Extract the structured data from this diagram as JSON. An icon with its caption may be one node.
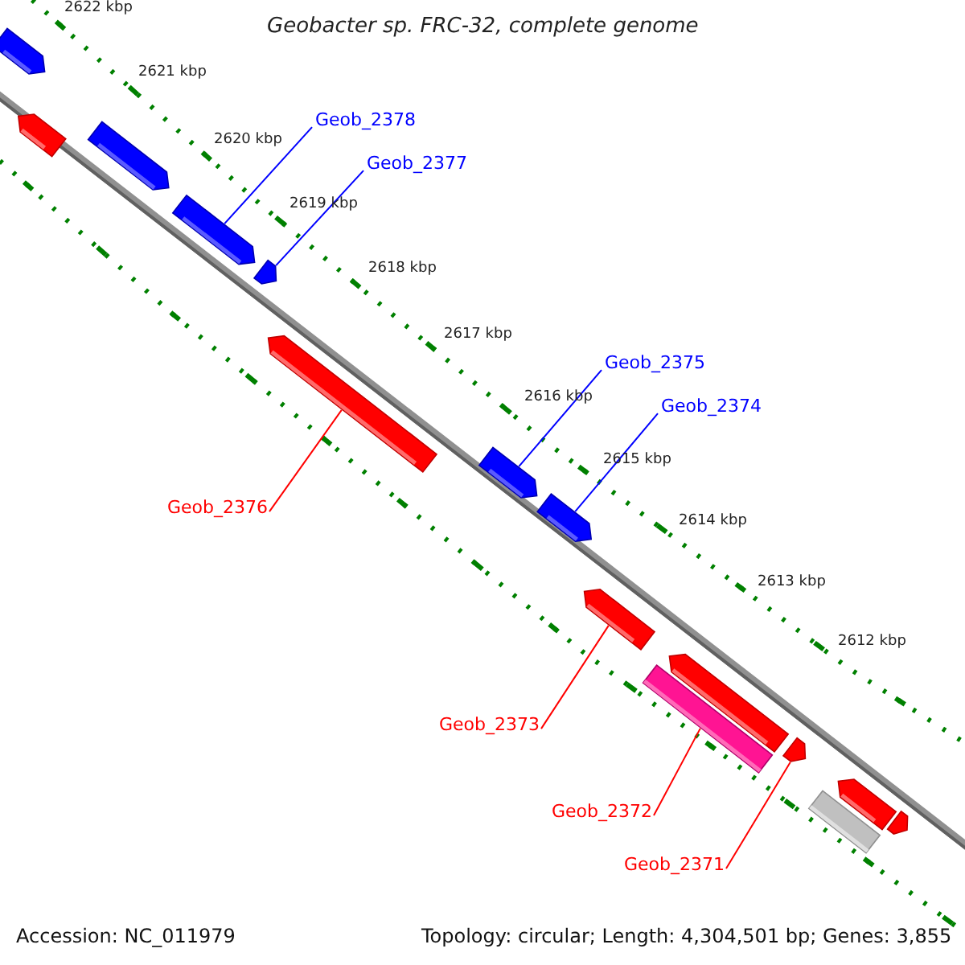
{
  "diagram": {
    "title": "Geobacter sp. FRC-32, complete genome",
    "nodes": [
      {
        "text": [
          "Geob_2378"
        ]
      },
      {
        "text": [
          "Geob_2377"
        ]
      },
      {
        "text": [
          "Geob_2375"
        ]
      },
      {
        "text": [
          "Geob_2374"
        ]
      },
      {
        "text": [
          "Geob_2376"
        ]
      },
      {
        "text": [
          "Geob_2373"
        ]
      },
      {
        "text": [
          "Geob_2372"
        ]
      },
      {
        "text": [
          "Geob_2371"
        ]
      },
      {
        "text": [],
        "shape": "bar"
      },
      {
        "text": [],
        "shape": "bar"
      },
      {
        "text": [],
        "shape": "bar"
      },
      {
        "text": [],
        "shape": "bar"
      },
      {
        "text": [],
        "shape": "bar"
      },
      {
        "text": [],
        "shape": "bar"
      },
      {
        "text": [],
        "shape": "bar"
      },
      {
        "text": [],
        "shape": "bar"
      },
      {
        "text": [],
        "shape": "bar"
      },
      {
        "text": [],
        "shape": "bar"
      },
      {
        "text": [],
        "shape": "box"
      },
      {
        "text": [],
        "shape": "bar"
      },
      {
        "text": [],
        "shape": "bar"
      },
      {
        "text": [],
        "shape": "box"
      },
      {
        "text": [],
        "shape": "bar"
      }
    ],
    "edges": [
      {
        "from": 0,
        "to": 11,
        "arrow": "none",
        "color": "#0000ff"
      },
      {
        "from": 1,
        "to": 12,
        "arrow": "none",
        "color": "#0000ff"
      },
      {
        "from": 2,
        "to": 14,
        "arrow": "none",
        "color": "#0000ff"
      },
      {
        "from": 3,
        "to": 15,
        "arrow": "none",
        "color": "#0000ff"
      },
      {
        "from": 4,
        "to": 13,
        "arrow": "none",
        "color": "#ff0000"
      },
      {
        "from": 5,
        "to": 16,
        "arrow": "none",
        "color": "#ff0000"
      },
      {
        "from": 6,
        "to": 18,
        "arrow": "none",
        "color": "#ff0000"
      },
      {
        "from": 7,
        "to": 19,
        "arrow": "none",
        "color": "#ff0000"
      }
    ],
    "labels": [
      "2622 kbp",
      "2621 kbp",
      "2620 kbp",
      "2619 kbp",
      "2618 kbp",
      "2617 kbp",
      "2616 kbp",
      "2615 kbp",
      "2614 kbp",
      "2613 kbp",
      "2612 kbp",
      "Accession: NC_011979",
      "Topology: circular; Length: 4,304,501 bp; Genes: 3,855"
    ]
  }
}
